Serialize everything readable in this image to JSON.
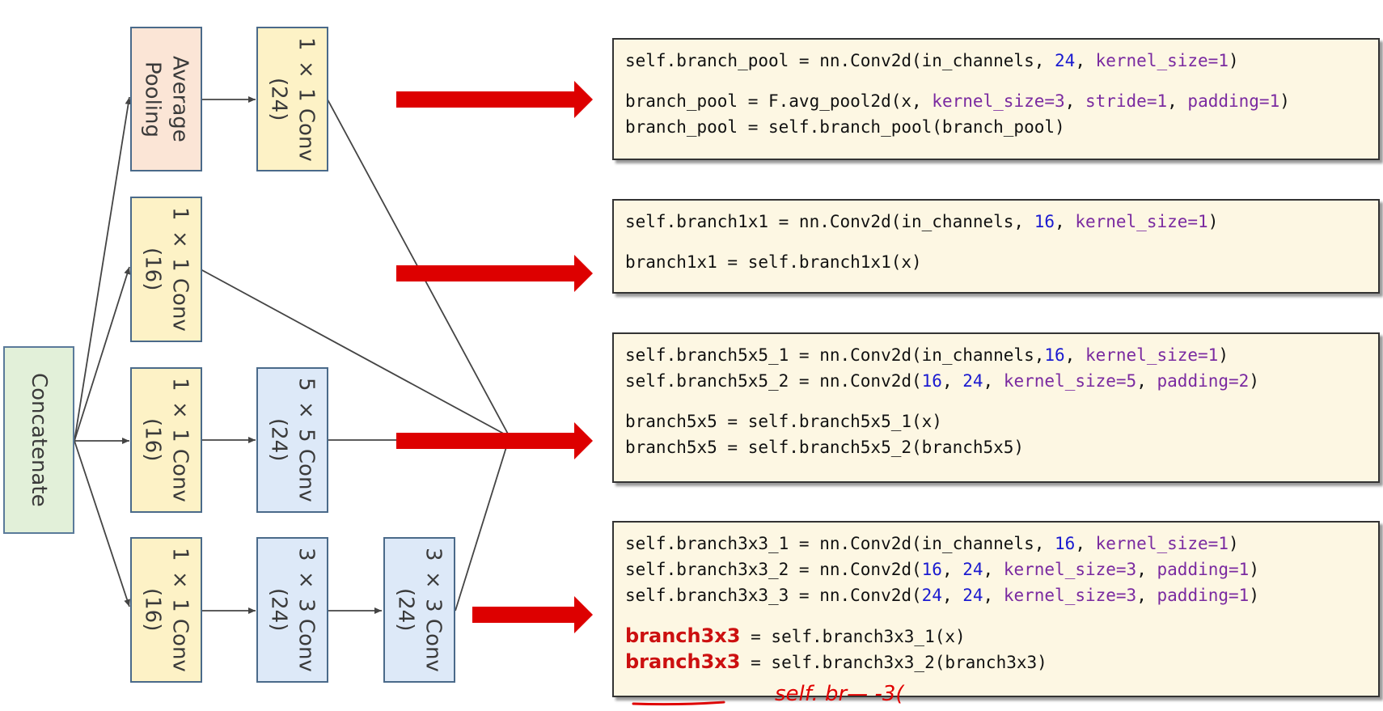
{
  "diagram": {
    "concatenate": "Concatenate",
    "avg_pooling": "Average\nPooling",
    "pool_conv": "1 × 1 Conv\n(24)",
    "b1_conv": "1 × 1 Conv\n(16)",
    "b5_conv1": "1 × 1 Conv\n(16)",
    "b5_conv2": "5 × 5 Conv\n(24)",
    "b3_conv1": "1 × 1 Conv\n(16)",
    "b3_conv2": "3 × 3 Conv\n(24)",
    "b3_conv3": "3 × 3 Conv\n(24)"
  },
  "colors": {
    "arrow": "#dd0000",
    "annotation": "#e00000"
  },
  "code_pool": {
    "l1": [
      "self.branch_pool = nn.Conv2d(in_channels, ",
      "24",
      ", ",
      "kernel_size=1",
      ")"
    ],
    "l2": [
      "branch_pool = F.avg_pool2d(x, ",
      "kernel_size=3",
      ", ",
      "stride=1",
      ", ",
      "padding=1",
      ")"
    ],
    "l3": "branch_pool = self.branch_pool(branch_pool)"
  },
  "code_1x1": {
    "l1": [
      "self.branch1x1 = nn.Conv2d(in_channels, ",
      "16",
      ", ",
      "kernel_size=1",
      ")"
    ],
    "l2": "branch1x1 = self.branch1x1(x)"
  },
  "code_5x5": {
    "l1": [
      "self.branch5x5_1 = nn.Conv2d(in_channels,",
      "16",
      ", ",
      "kernel_size=1",
      ")"
    ],
    "l2": [
      "self.branch5x5_2 = nn.Conv2d(",
      "16",
      ", ",
      "24",
      ", ",
      "kernel_size=5",
      ", ",
      "padding=2",
      ")"
    ],
    "l3": "branch5x5 = self.branch5x5_1(x)",
    "l4": "branch5x5 = self.branch5x5_2(branch5x5)"
  },
  "code_3x3": {
    "l1": [
      "self.branch3x3_1 = nn.Conv2d(in_channels, ",
      "16",
      ", ",
      "kernel_size=1",
      ")"
    ],
    "l2": [
      "self.branch3x3_2 = nn.Conv2d(",
      "16",
      ", ",
      "24",
      ", ",
      "kernel_size=3",
      ", ",
      "padding=1",
      ")"
    ],
    "l3": [
      "self.branch3x3_3 = nn.Conv2d(",
      "24",
      ", ",
      "24",
      ", ",
      "kernel_size=3",
      ", ",
      "padding=1",
      ")"
    ],
    "l4_var": "branch3x3",
    "l4_rest": " = self.branch3x3_1(x)",
    "l5_var": "branch3x3",
    "l5_rest": " = self.branch3x3_2(branch3x3)"
  },
  "handwriting": "self. br— -3("
}
